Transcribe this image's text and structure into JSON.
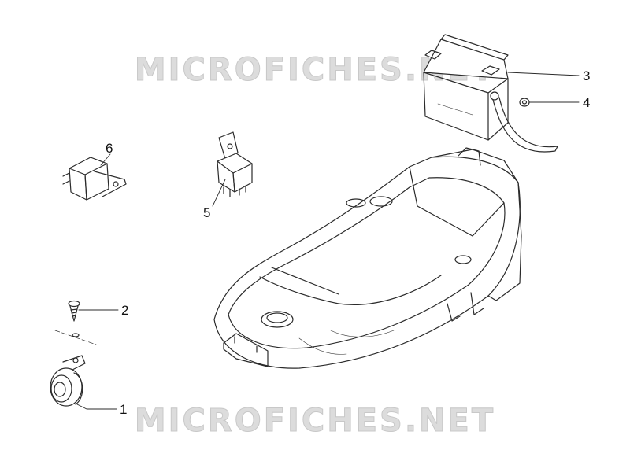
{
  "watermark": {
    "text": "MICROFICHES.NET"
  },
  "callouts": [
    {
      "number": "1"
    },
    {
      "number": "2"
    },
    {
      "number": "3"
    },
    {
      "number": "4"
    },
    {
      "number": "5"
    },
    {
      "number": "6"
    }
  ],
  "colors": {
    "line": "#2b2b2b",
    "watermark": "#d0d0d0",
    "background": "#ffffff"
  }
}
